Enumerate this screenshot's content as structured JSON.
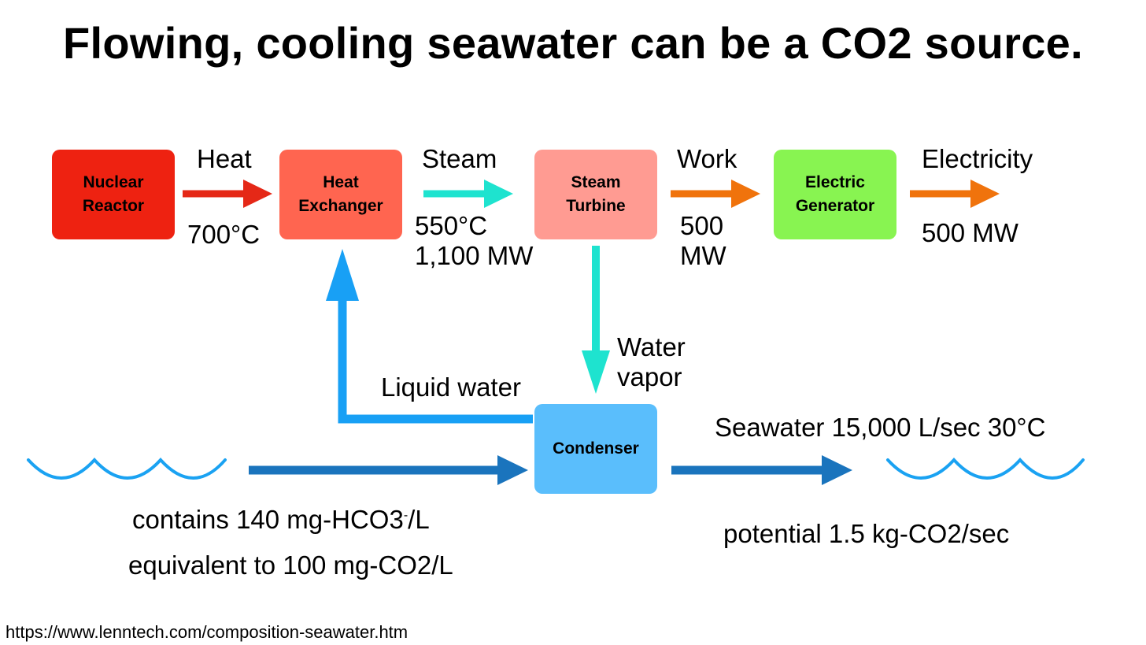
{
  "title": "Flowing, cooling seawater can be a CO2 source.",
  "boxes": {
    "reactor": {
      "label": "Nuclear\nReactor",
      "color": "#ee2211"
    },
    "exchanger": {
      "label": "Heat\nExchanger",
      "color": "#ff6550"
    },
    "turbine": {
      "label": "Steam\nTurbine",
      "color": "#ff9b92"
    },
    "generator": {
      "label": "Electric\nGenerator",
      "color": "#88f451"
    },
    "condenser": {
      "label": "Condenser",
      "color": "#5abefc"
    }
  },
  "labels": {
    "heat": "Heat",
    "heat_temp": "700°C",
    "steam": "Steam",
    "steam_values": "550°C\n1,100 MW",
    "work": "Work",
    "work_value": "500\nMW",
    "electricity": "Electricity",
    "electricity_value": "500 MW",
    "water_vapor": "Water\nvapor",
    "liquid_water": "Liquid water",
    "seawater": "Seawater 15,000 L/sec 30°C",
    "contains_prefix": "contains 140 mg-HCO3",
    "contains_sup": "-",
    "contains_suffix": "/L",
    "equivalent": "equivalent to 100 mg-CO2/L",
    "potential": "potential 1.5 kg-CO2/sec"
  },
  "source_url": "https://www.lenntech.com/composition-seawater.htm",
  "colors": {
    "heat_arrow": "#e52817",
    "steam_arrow": "#1ee3cf",
    "work_arrow": "#f0730c",
    "liquid_arrow": "#18a0f5",
    "seawater_arrow": "#1a74bd",
    "wave": "#1aa2f2"
  }
}
